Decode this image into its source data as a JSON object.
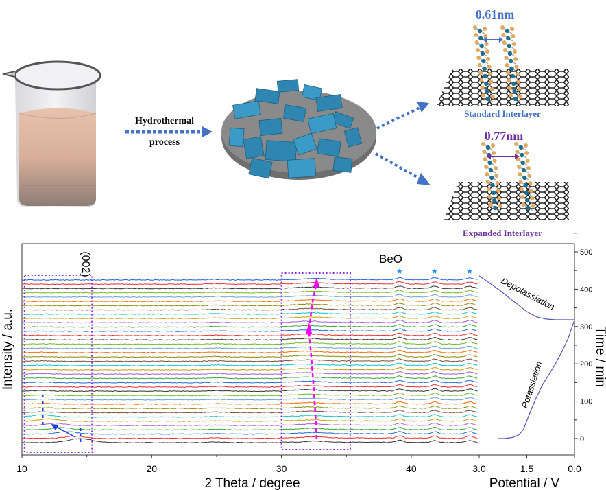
{
  "diagram": {
    "process_label_line1": "Hydrothermal",
    "process_label_line2": "process",
    "standard": {
      "spacing": "0.61nm",
      "label": "Standard Interlayer"
    },
    "expanded": {
      "spacing": "0.77nm",
      "label": "Expanded Interlayer"
    },
    "colors": {
      "arrow": "#4472c4",
      "standard": "#4472c4",
      "expanded": "#7030a0",
      "nanosheet": "#2f86b0",
      "substrate": "#7f7f7f"
    }
  },
  "chart_data": [
    {
      "type": "line",
      "title": "",
      "xlabel": "2 Theta / degree",
      "ylabel": "Intensity / a.u.",
      "xlim": [
        10,
        45.2
      ],
      "xticks": [
        "10",
        "20",
        "30",
        "40"
      ],
      "xtick_values": [
        10,
        20,
        30,
        40
      ],
      "trace_count": 39,
      "trace_colors": [
        "#333333",
        "#e8312f",
        "#1f66d6",
        "#3aa535",
        "#a25ed6",
        "#c99a06",
        "#10c4c8",
        "#7a4a3a",
        "#8a8a10",
        "#ff6a00",
        "#6a9fd8",
        "#72b81f"
      ],
      "peaks": {
        "002_initial": 14.5,
        "002_expanded": 11.6,
        "mid_feature": 32.5,
        "BeO": [
          39.1,
          41.8,
          44.5
        ]
      },
      "annotations": {
        "miller_index": "(002)",
        "phase": "BeO"
      },
      "highlight_boxes_deg": [
        [
          10.2,
          15.4
        ],
        [
          30.0,
          35.3
        ]
      ],
      "colors": {
        "box": "#8a2be2",
        "shift_marker": "#ff00ff",
        "star": "#1e90ff",
        "arrow": "#1f3fd6"
      }
    },
    {
      "type": "line",
      "xlabel": "Potential / V",
      "ylabel": "Time / min",
      "xlim": [
        3.0,
        0.0
      ],
      "ylim": [
        -40,
        520
      ],
      "xticks": [
        "3.0",
        "1.5",
        "0.0"
      ],
      "xtick_values": [
        3.0,
        1.5,
        0.0
      ],
      "yticks": [
        "0",
        "100",
        "200",
        "300",
        "400",
        "500"
      ],
      "ytick_values": [
        0,
        100,
        200,
        300,
        400,
        500
      ],
      "series": [
        {
          "name": "Potassiation",
          "points": [
            [
              2.42,
              0
            ],
            [
              2.2,
              0
            ],
            [
              1.95,
              3
            ],
            [
              1.75,
              10
            ],
            [
              1.6,
              25
            ],
            [
              1.5,
              48
            ],
            [
              1.35,
              80
            ],
            [
              1.2,
              110
            ],
            [
              1.0,
              145
            ],
            [
              0.8,
              172
            ],
            [
              0.6,
              200
            ],
            [
              0.4,
              232
            ],
            [
              0.2,
              268
            ],
            [
              0.05,
              305
            ],
            [
              0.0,
              318
            ]
          ]
        },
        {
          "name": "Depotassiation",
          "points": [
            [
              0.0,
              318
            ],
            [
              0.3,
              318
            ],
            [
              0.6,
              318
            ],
            [
              0.9,
              320
            ],
            [
              1.2,
              326
            ],
            [
              1.5,
              340
            ],
            [
              1.8,
              360
            ],
            [
              2.1,
              380
            ],
            [
              2.4,
              400
            ],
            [
              2.7,
              418
            ],
            [
              3.0,
              436
            ]
          ]
        }
      ],
      "color": "#5454b8"
    }
  ]
}
